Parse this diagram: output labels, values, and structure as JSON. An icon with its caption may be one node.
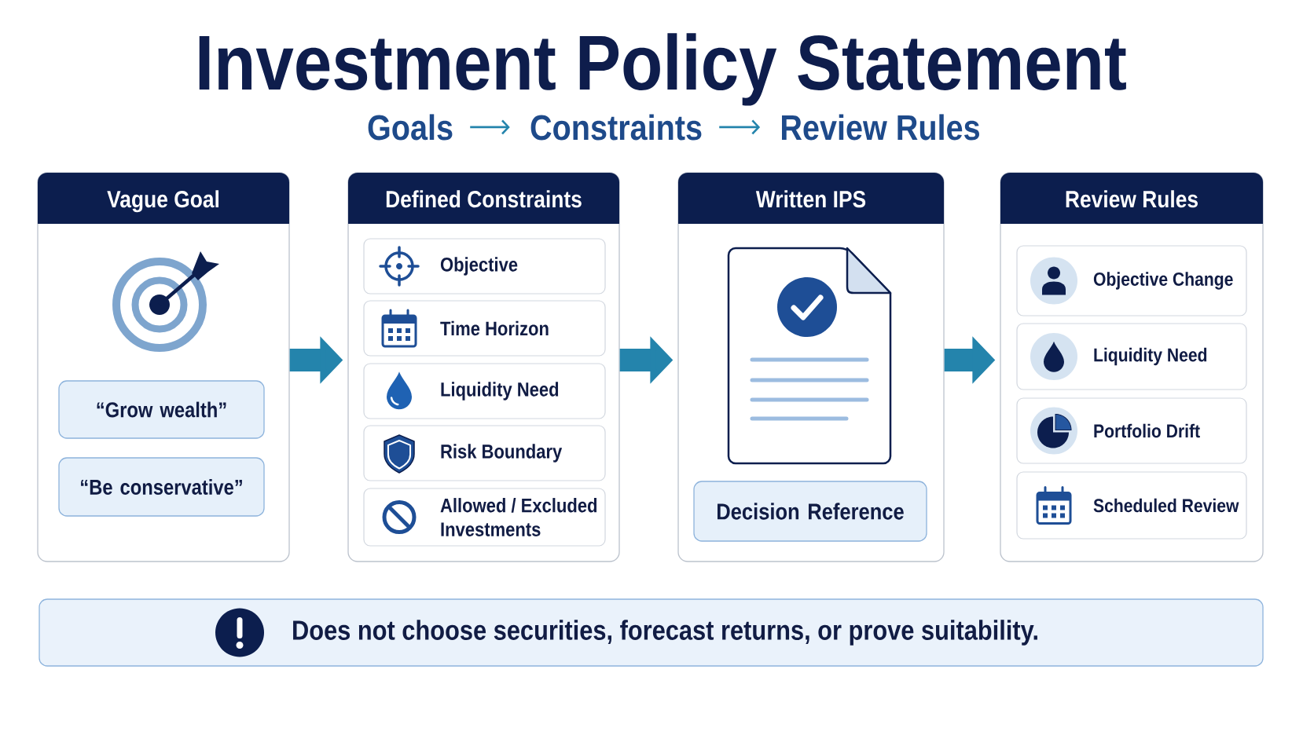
{
  "diagram": {
    "title": "Investment Policy Statement",
    "nodes": [
      {
        "text": [
          "Goals"
        ]
      },
      {
        "text": [
          "Constraints"
        ]
      },
      {
        "text": [
          "Review Rules"
        ]
      },
      {
        "text": [
          "Vague Goal"
        ]
      },
      {
        "text": [
          "“Grow wealth”"
        ],
        "in": 3
      },
      {
        "text": [
          "“Be conservative”"
        ],
        "in": 3
      },
      {
        "text": [
          "Defined Constraints"
        ]
      },
      {
        "text": [
          "Objective"
        ],
        "in": 6
      },
      {
        "text": [
          "Time Horizon"
        ],
        "in": 6
      },
      {
        "text": [
          "Liquidity Need"
        ],
        "in": 6
      },
      {
        "text": [
          "Risk Boundary"
        ],
        "in": 6
      },
      {
        "text": [
          "Allowed / Excluded Investments"
        ],
        "in": 6
      },
      {
        "text": [
          "Written IPS"
        ]
      },
      {
        "text": [
          "Decision Reference"
        ],
        "in": 12
      },
      {
        "text": [
          "Review Rules"
        ]
      },
      {
        "text": [
          "Objective Change"
        ],
        "in": 14
      },
      {
        "text": [
          "Liquidity Need"
        ],
        "in": 14
      },
      {
        "text": [
          "Portfolio Drift"
        ],
        "in": 14
      },
      {
        "text": [
          "Scheduled Review"
        ],
        "in": 14
      },
      {
        "text": [
          "Does not choose securities, forecast returns, or prove suitability."
        ]
      }
    ],
    "edges": [
      {
        "from": 0,
        "to": 1,
        "arrow": "to"
      },
      {
        "from": 1,
        "to": 2,
        "arrow": "to"
      },
      {
        "from": 3,
        "to": 6,
        "arrow": "to"
      },
      {
        "from": 6,
        "to": 12,
        "arrow": "to"
      },
      {
        "from": 12,
        "to": 14,
        "arrow": "to"
      }
    ]
  }
}
